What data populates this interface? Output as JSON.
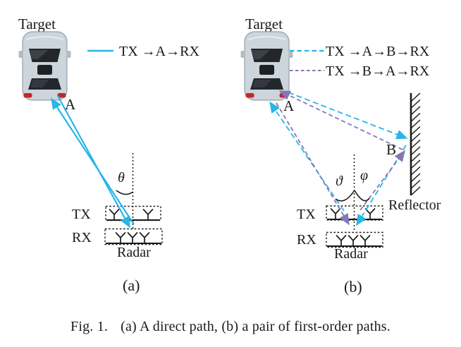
{
  "figure": {
    "panel_a": {
      "tag": "(a)",
      "target_label": "Target",
      "point_a_label": "A",
      "angle_theta": "θ",
      "tx_label": "TX",
      "rx_label": "RX",
      "radar_label": "Radar",
      "legend": [
        {
          "label": "TX →A→RX",
          "style": "solid",
          "color": "#29b5e8"
        }
      ]
    },
    "panel_b": {
      "tag": "(b)",
      "target_label": "Target",
      "point_a_label": "A",
      "point_b_label": "B",
      "angle_vartheta": "ϑ",
      "angle_varphi": "φ",
      "tx_label": "TX",
      "rx_label": "RX",
      "radar_label": "Radar",
      "reflector_label": "Reflector",
      "legend": [
        {
          "label": "TX →A→B→RX",
          "style": "dashed",
          "color": "#29b5e8"
        },
        {
          "label": "TX →B→A→RX",
          "style": "dashed",
          "color": "#8577b5"
        }
      ]
    },
    "caption": {
      "prefix": "Fig. 1.",
      "text": "(a) A direct path, (b) a pair of first-order paths."
    },
    "colors": {
      "direct_path": "#29b5e8",
      "reverse_path": "#8577b5",
      "ink": "#1a1a1a"
    }
  }
}
